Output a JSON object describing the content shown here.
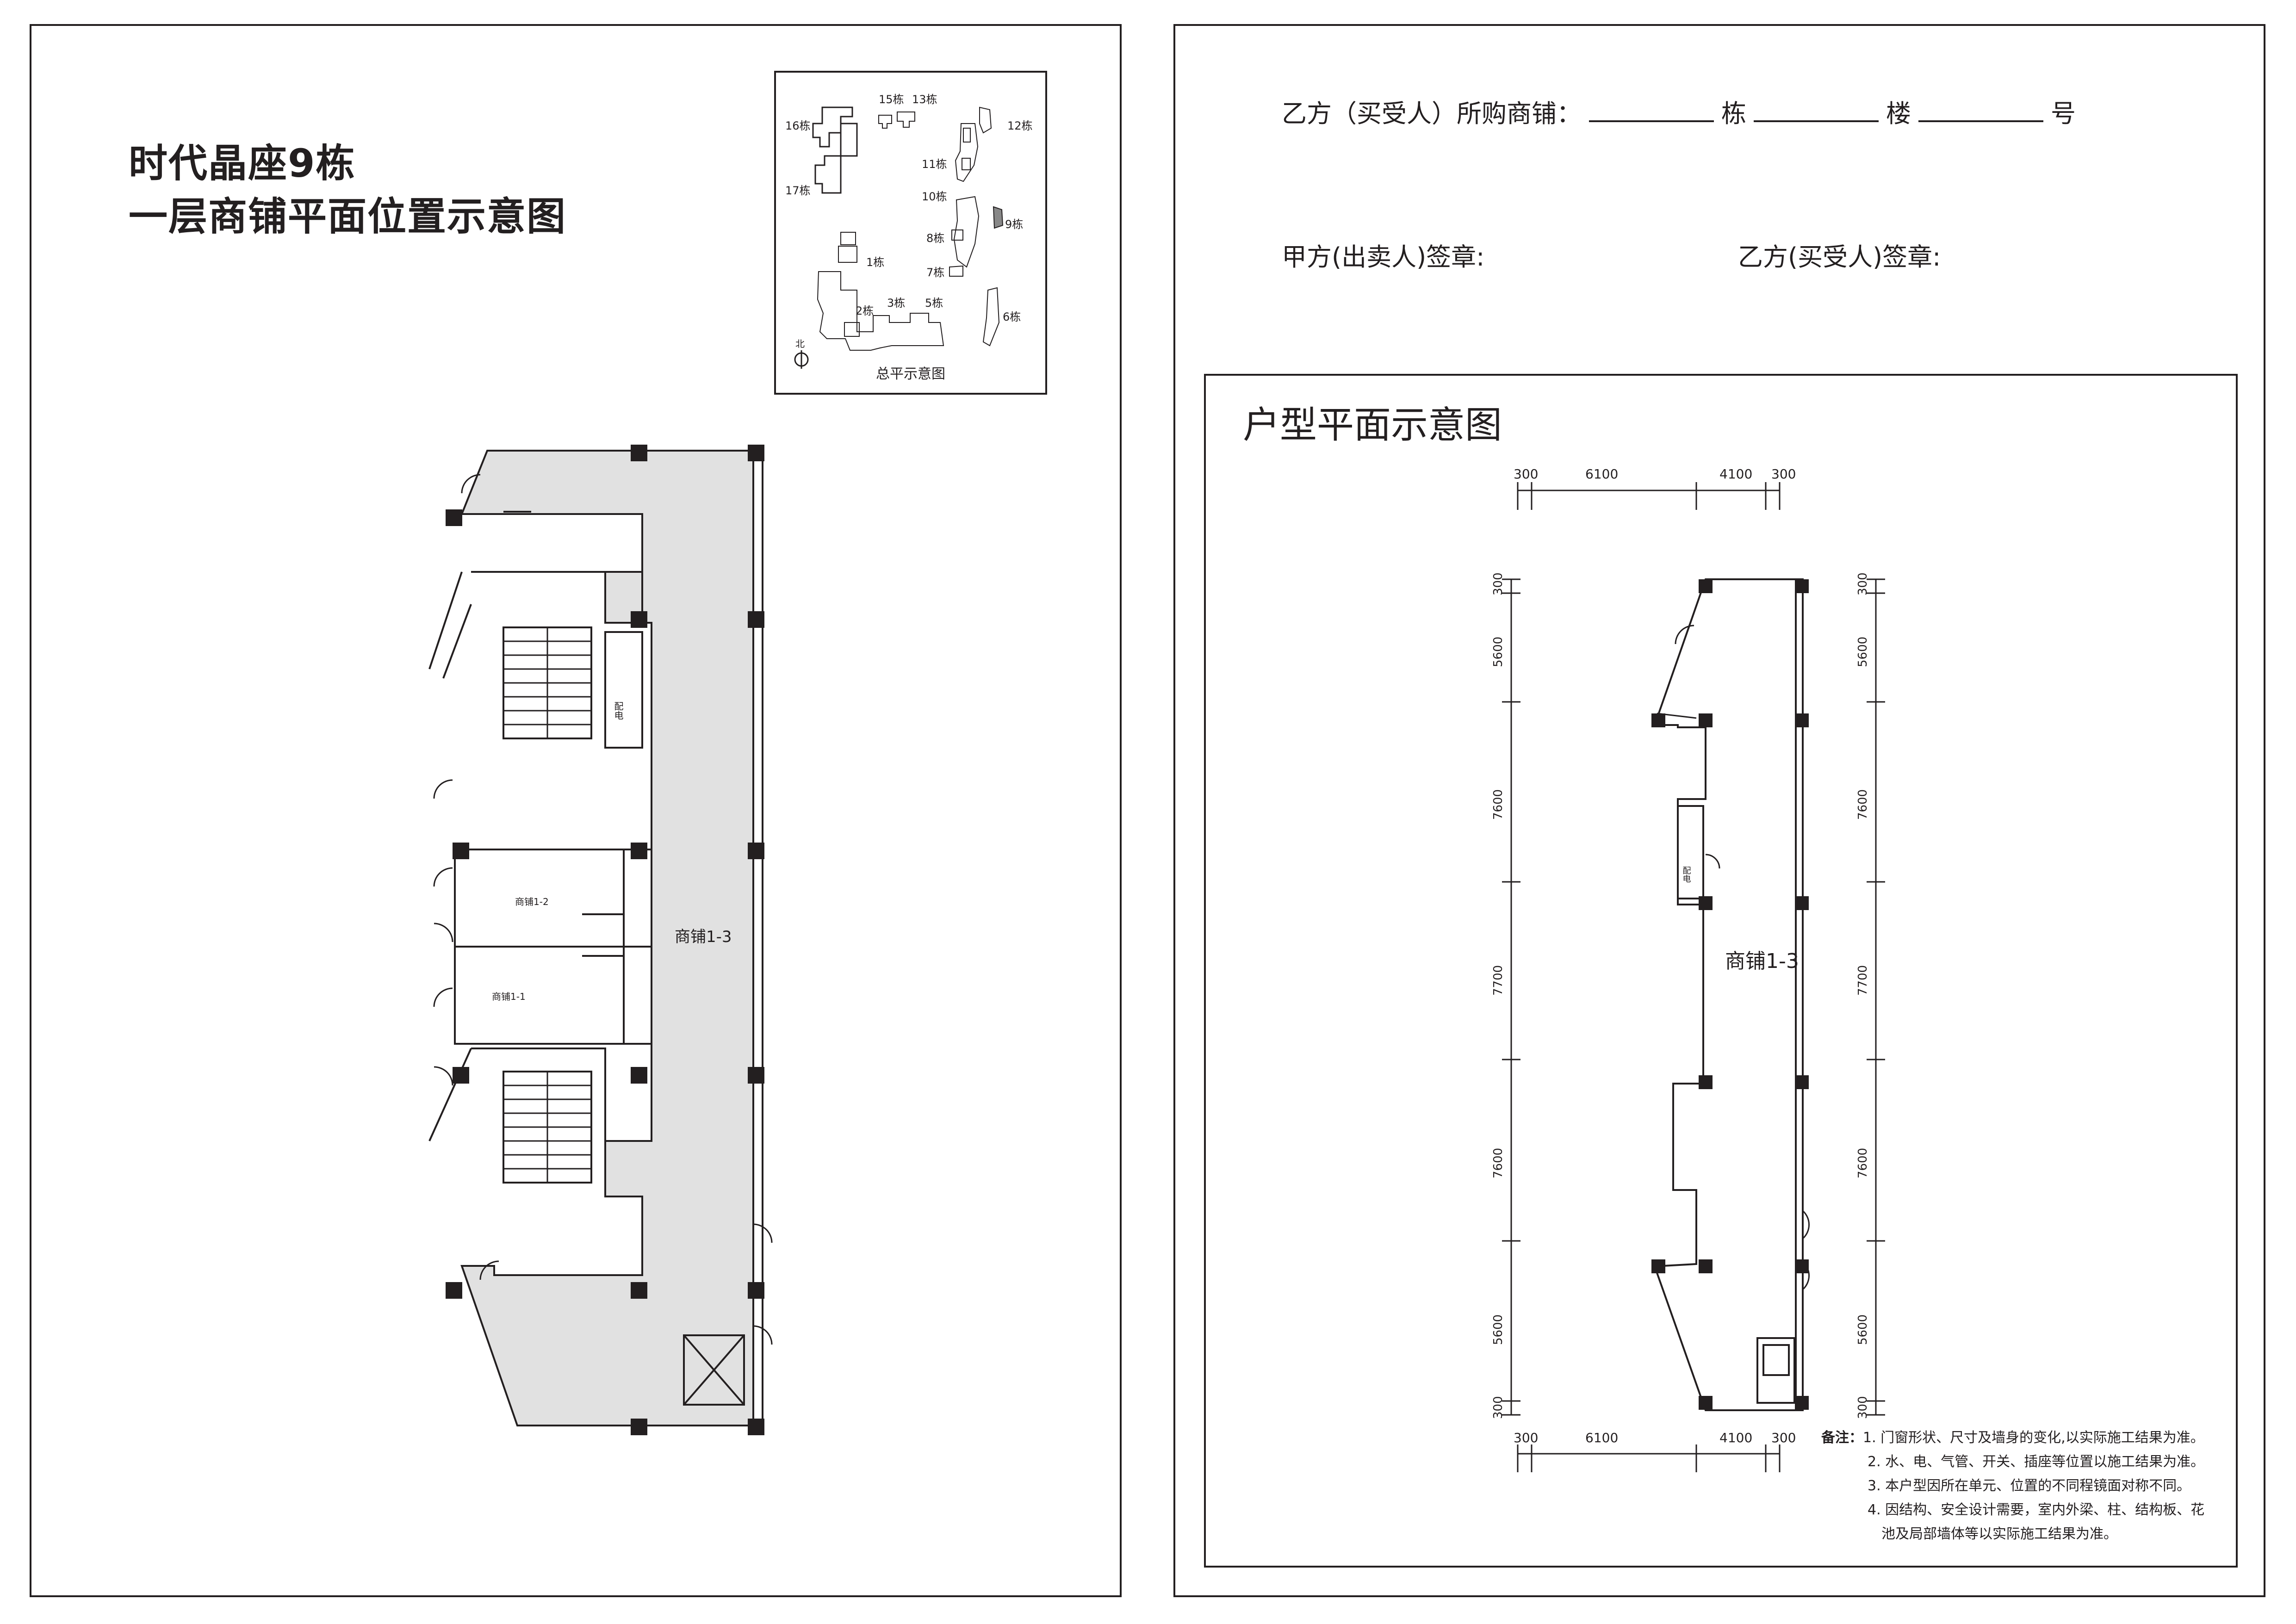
{
  "left": {
    "title_line1": "时代晶座9栋",
    "title_line2": "一层商铺平面位置示意图",
    "site_plan": {
      "caption": "总平示意图",
      "north_label": "北",
      "labels": {
        "b15": "15栋",
        "b13": "13栋",
        "b16": "16栋",
        "b12": "12栋",
        "b11": "11栋",
        "b10": "10栋",
        "b17": "17栋",
        "b9": "9栋",
        "b8": "8栋",
        "b1": "1栋",
        "b7": "7栋",
        "b2": "2栋",
        "b3": "3栋",
        "b5": "5栋",
        "b6": "6栋"
      }
    },
    "floor_plan": {
      "shop_main": "商铺1-3",
      "shop_1_2": "商铺1-2",
      "shop_1_1": "商铺1-1",
      "elec_room": "配电"
    }
  },
  "right": {
    "buyer_row": {
      "prefix": "乙方（买受人）所购商铺：",
      "building": "栋",
      "floor": "楼",
      "number": "号"
    },
    "seller_sign": "甲方(出卖人)签章:",
    "buyer_sign": "乙方(买受人)签章:",
    "unit_plan": {
      "title": "户型平面示意图",
      "shop_label": "商铺1-3",
      "elec_label": "配电",
      "dims_horizontal": [
        "300",
        "6100",
        "4100",
        "300"
      ],
      "dims_vertical": [
        "300",
        "5600",
        "7600",
        "7700",
        "7600",
        "5600",
        "300"
      ]
    },
    "notes": {
      "header": "备注：",
      "lines": [
        "1. 门窗形状、尺寸及墙身的变化,以实际施工结果为准。",
        "2. 水、电、气管、开关、插座等位置以施工结果为准。",
        "3. 本户型因所在单元、位置的不同程镜面对称不同。",
        "4. 因结构、安全设计需要，室内外梁、柱、结构板、花",
        "池及局部墙体等以实际施工结果为准。"
      ]
    }
  }
}
